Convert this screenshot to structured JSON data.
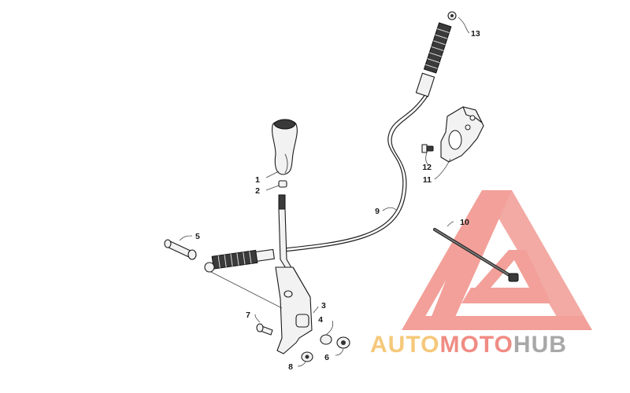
{
  "callouts": [
    {
      "id": "c1",
      "label": "1"
    },
    {
      "id": "c2",
      "label": "2"
    },
    {
      "id": "c3",
      "label": "3"
    },
    {
      "id": "c4",
      "label": "4"
    },
    {
      "id": "c5",
      "label": "5"
    },
    {
      "id": "c6",
      "label": "6"
    },
    {
      "id": "c7",
      "label": "7"
    },
    {
      "id": "c8",
      "label": "8"
    },
    {
      "id": "c9",
      "label": "9"
    },
    {
      "id": "c10",
      "label": "10"
    },
    {
      "id": "c11",
      "label": "11"
    },
    {
      "id": "c12",
      "label": "12"
    },
    {
      "id": "c13",
      "label": "13"
    }
  ],
  "watermark": {
    "auto": "AUTO",
    "moto": "MOTO",
    "hub": "HUB",
    "colors": {
      "auto": "#f5c87a",
      "moto": "#f08c84",
      "hub": "#a8a8a8",
      "triangle": "#f09088"
    }
  }
}
